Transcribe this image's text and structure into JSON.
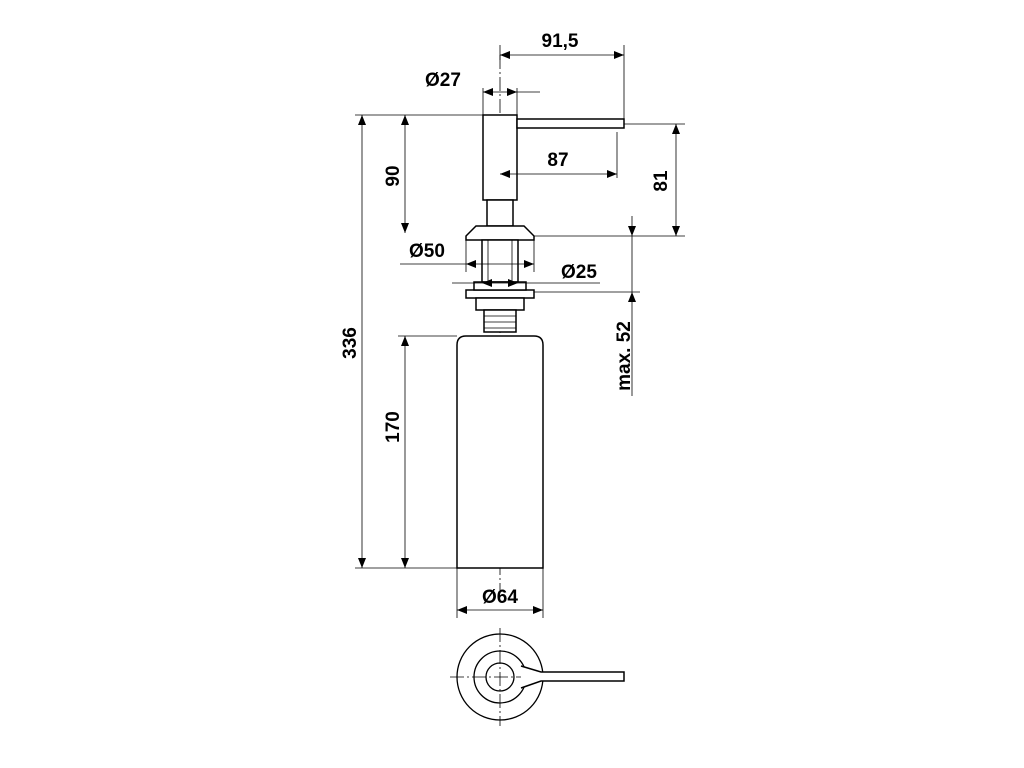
{
  "dimensions": {
    "spout_reach_total": "91,5",
    "pump_head_diameter": "Ø27",
    "pump_head_height": "90",
    "spout_length": "87",
    "spout_height": "81",
    "flange_diameter": "Ø50",
    "shank_diameter": "Ø25",
    "max_counter_thickness": "max. 52",
    "overall_height": "336",
    "bottle_height": "170",
    "bottle_diameter": "Ø64"
  }
}
